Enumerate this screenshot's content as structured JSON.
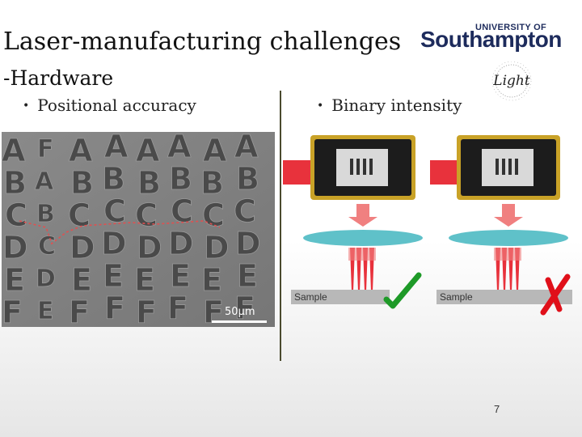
{
  "slide": {
    "title": "Laser-manufacturing challenges",
    "subtitle": "-Hardware",
    "page_number": "7"
  },
  "logo": {
    "university_of": "UNIVERSITY OF",
    "name": "Southampton",
    "light_mark": "Light"
  },
  "bullets": [
    {
      "text": "Positional accuracy"
    },
    {
      "text": "Binary intensity"
    }
  ],
  "sem_image": {
    "rows": [
      "AFAAAAAA",
      "BABBBBBB",
      "CBCCCCCC",
      "DCDDDDDD",
      "EDEEEEEE",
      "FEFFFFFF"
    ],
    "scale_label": "50μm",
    "path_color": "#e05050"
  },
  "diagram": {
    "panels": [
      {
        "sample_label": "Sample",
        "result": "ok",
        "result_icon": "check-mark-icon"
      },
      {
        "sample_label": "Sample",
        "result": "fail",
        "result_icon": "cross-mark-icon"
      }
    ],
    "colors": {
      "device_frame": "#c9a227",
      "laser_source": "#e8323c",
      "lens": "#5fc1c9",
      "arrow": "#f08080",
      "check": "#1e9a28",
      "cross": "#e0101a"
    }
  }
}
